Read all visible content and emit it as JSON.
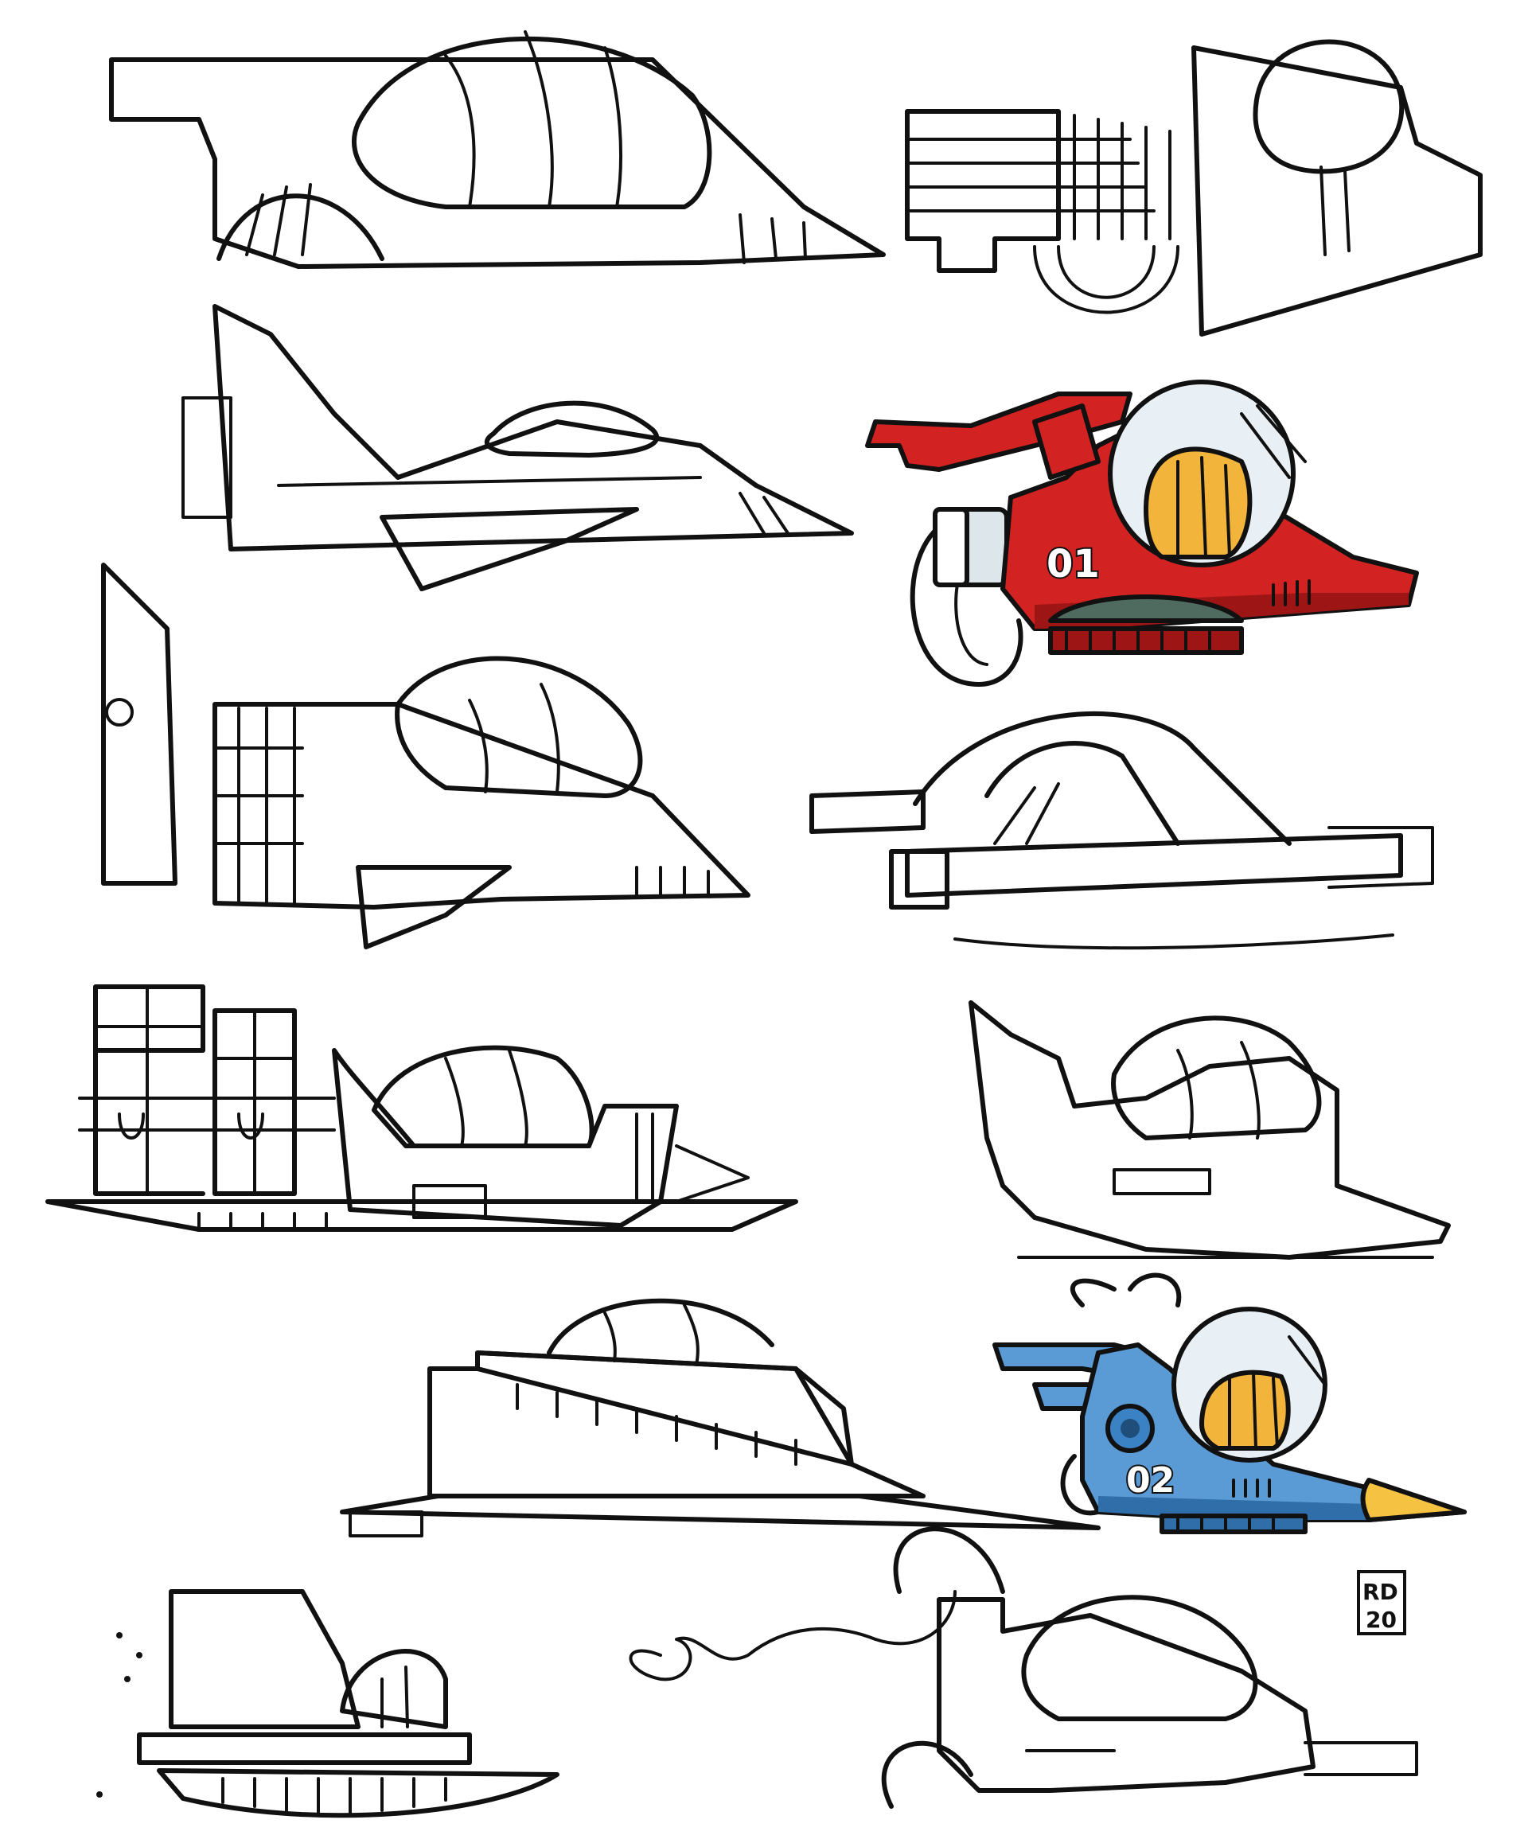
{
  "colors": {
    "ink": "#111111",
    "paper": "#ffffff",
    "red_body": "#d32222",
    "red_dark": "#9e1515",
    "blue_body": "#5b9bd5",
    "blue_dark": "#2f6ea8",
    "canopy_gold": "#f2b43a",
    "engine_gray": "#4f6b60",
    "nose_yellow": "#f5c242"
  },
  "ships": {
    "red_label": "01",
    "blue_label": "02"
  },
  "signature": {
    "line1": "RD",
    "line2": "20"
  }
}
